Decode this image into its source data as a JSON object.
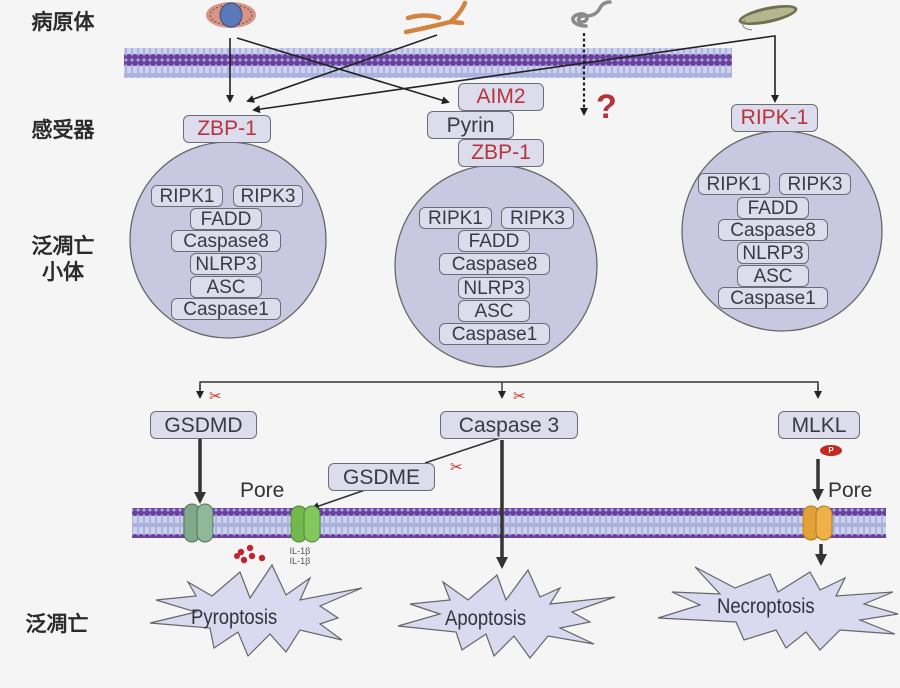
{
  "colors": {
    "background": "#f5f5f5",
    "membrane_head": "#6b3fa0",
    "membrane_core": "#a8b0dc",
    "complex_fill": "#c8c9e1",
    "box_fill": "#dcdcec",
    "sensor_text": "#b8343c",
    "gsdmd_pore": "#7fa98a",
    "gsdme_pore": "#7cc25a",
    "mlkl_pore": "#e5a83a",
    "burst_fill": "#d9d9ef",
    "scissors": "#c9302c",
    "il1b_particles": "#c4222e"
  },
  "row_labels": {
    "pathogen": "病原体",
    "sensor": "感受器",
    "panoptosome_line1": "泛凋亡",
    "panoptosome_line2": "小体",
    "panoptosis": "泛凋亡"
  },
  "pathogens": [
    {
      "name": "virus-icon"
    },
    {
      "name": "bacteria-chain-icon"
    },
    {
      "name": "parasite-worm-icon"
    },
    {
      "name": "bacillus-icon"
    }
  ],
  "sensors": {
    "left": "ZBP-1",
    "middle": [
      "AIM2",
      "Pyrin",
      "ZBP-1"
    ],
    "right": "RIPK-1",
    "unknown": "?"
  },
  "panoptosomes": [
    {
      "components": [
        "RIPK1",
        "RIPK3",
        "FADD",
        "Caspase8",
        "NLRP3",
        "ASC",
        "Caspase1"
      ]
    },
    {
      "components": [
        "RIPK1",
        "RIPK3",
        "FADD",
        "Caspase8",
        "NLRP3",
        "ASC",
        "Caspase1"
      ]
    },
    {
      "components": [
        "RIPK1",
        "RIPK3",
        "FADD",
        "Caspase8",
        "NLRP3",
        "ASC",
        "Caspase1"
      ]
    }
  ],
  "effectors": {
    "gsdmd": "GSDMD",
    "caspase3": "Caspase 3",
    "mlkl": "MLKL",
    "gsdme": "GSDME",
    "phospho": "P"
  },
  "pores": {
    "label_left": "Pore",
    "label_right": "Pore",
    "il1b_line1": "IL-1β",
    "il1b_line2": "IL-1β"
  },
  "outcomes": [
    "Pyroptosis",
    "Apoptosis",
    "Necroptosis"
  ],
  "scissors_glyph": "✂"
}
